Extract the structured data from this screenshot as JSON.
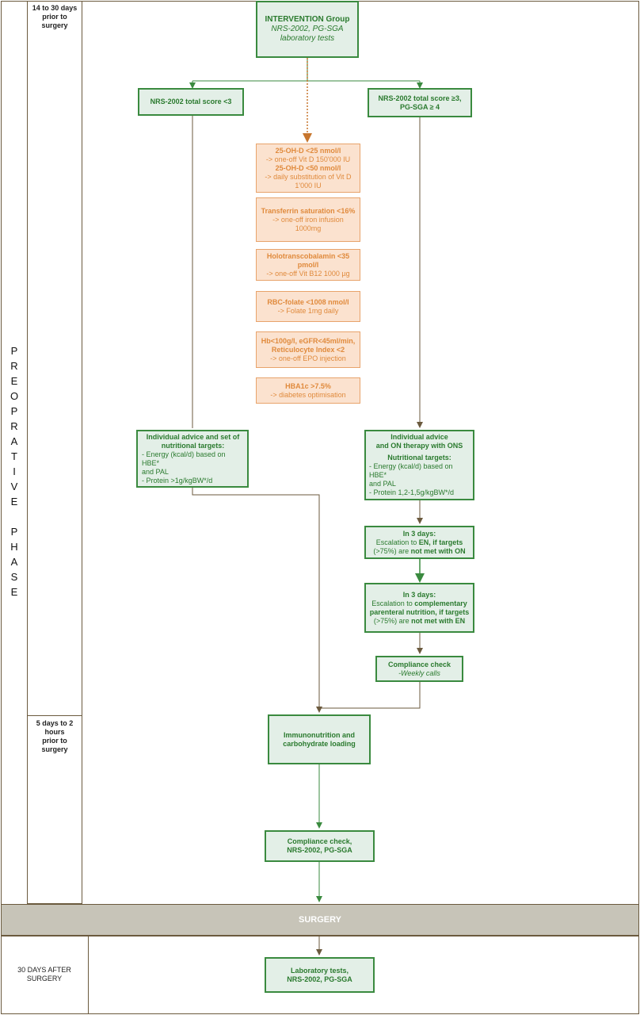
{
  "colors": {
    "green": "#3a8a3f",
    "orange": "#e8a36b",
    "gray_band": "#c7c4b8",
    "frame": "#6b5a3e"
  },
  "timeline": {
    "t1": [
      "14 to 30 days",
      "prior to surgery"
    ],
    "t2": [
      "5 days to 2",
      "hours",
      "prior to surgery"
    ],
    "phase": [
      "P",
      "R",
      "E",
      "O",
      "P",
      "R",
      "A",
      "T",
      "I",
      "V",
      "E",
      "",
      "P",
      "H",
      "A",
      "S",
      "E"
    ],
    "surgery": "SURGERY",
    "after": [
      "30 DAYS AFTER",
      "SURGERY"
    ]
  },
  "nodes": {
    "intervention": [
      "INTERVENTION Group",
      "NRS-2002, PG-SGA",
      "laboratory tests"
    ],
    "nrs_low": "NRS-2002 total score <3",
    "nrs_high": [
      "NRS-2002 total score  ≥3,",
      "PG-SGA  ≥ 4"
    ],
    "lab1": [
      "25-OH-D <25 nmol/l",
      "-> one-off Vit D 150'000 IU",
      "25-OH-D <50 nmol/l",
      "-> daily substitution of Vit D",
      "1'000 IU"
    ],
    "lab2": [
      "Transferrin saturation <16%",
      "-> one-off iron infusion 1000mg"
    ],
    "lab3": [
      "Holotranscobalamin <35 pmol/l",
      "-> one-off Vit B12 1000 µg"
    ],
    "lab4": [
      "RBC-folate <1008 nmol/l",
      "-> Folate 1mg daily"
    ],
    "lab5": [
      "Hb<100g/l, eGFR<45ml/min,",
      "Reticulocyte Index <2",
      "-> one-off EPO injection"
    ],
    "lab6": [
      "HBA1c >7.5%",
      "-> diabetes optimisation"
    ],
    "advice_low": [
      "Individual advice and set of",
      "nutritional targets:",
      "- Energy (kcal/d) based on HBE*",
      "and PAL",
      "- Protein >1g/kgBW*/d"
    ],
    "advice_high": [
      "Individual advice",
      "and ON therapy with ONS",
      "Nutritional targets:",
      "- Energy (kcal/d) based on HBE*",
      "and PAL",
      "- Protein 1,2-1,5g/kgBW*/d"
    ],
    "esc1": [
      "In 3 days:",
      "Escalation to ",
      "EN, if targets",
      "(>75%) are ",
      "not met with ON"
    ],
    "esc2": [
      "In 3 days:",
      "Escalation to ",
      "complementary",
      "parenteral nutrition, if targets",
      "(>75%) are ",
      "not met with EN"
    ],
    "compliance1": [
      "Compliance check",
      "-Weekly calls"
    ],
    "immuno": [
      "Immunonutrition and",
      "carbohydrate loading"
    ],
    "compliance2": [
      "Compliance check,",
      "NRS-2002, PG-SGA"
    ],
    "labtests": [
      "Laboratory tests,",
      "NRS-2002, PG-SGA"
    ]
  }
}
